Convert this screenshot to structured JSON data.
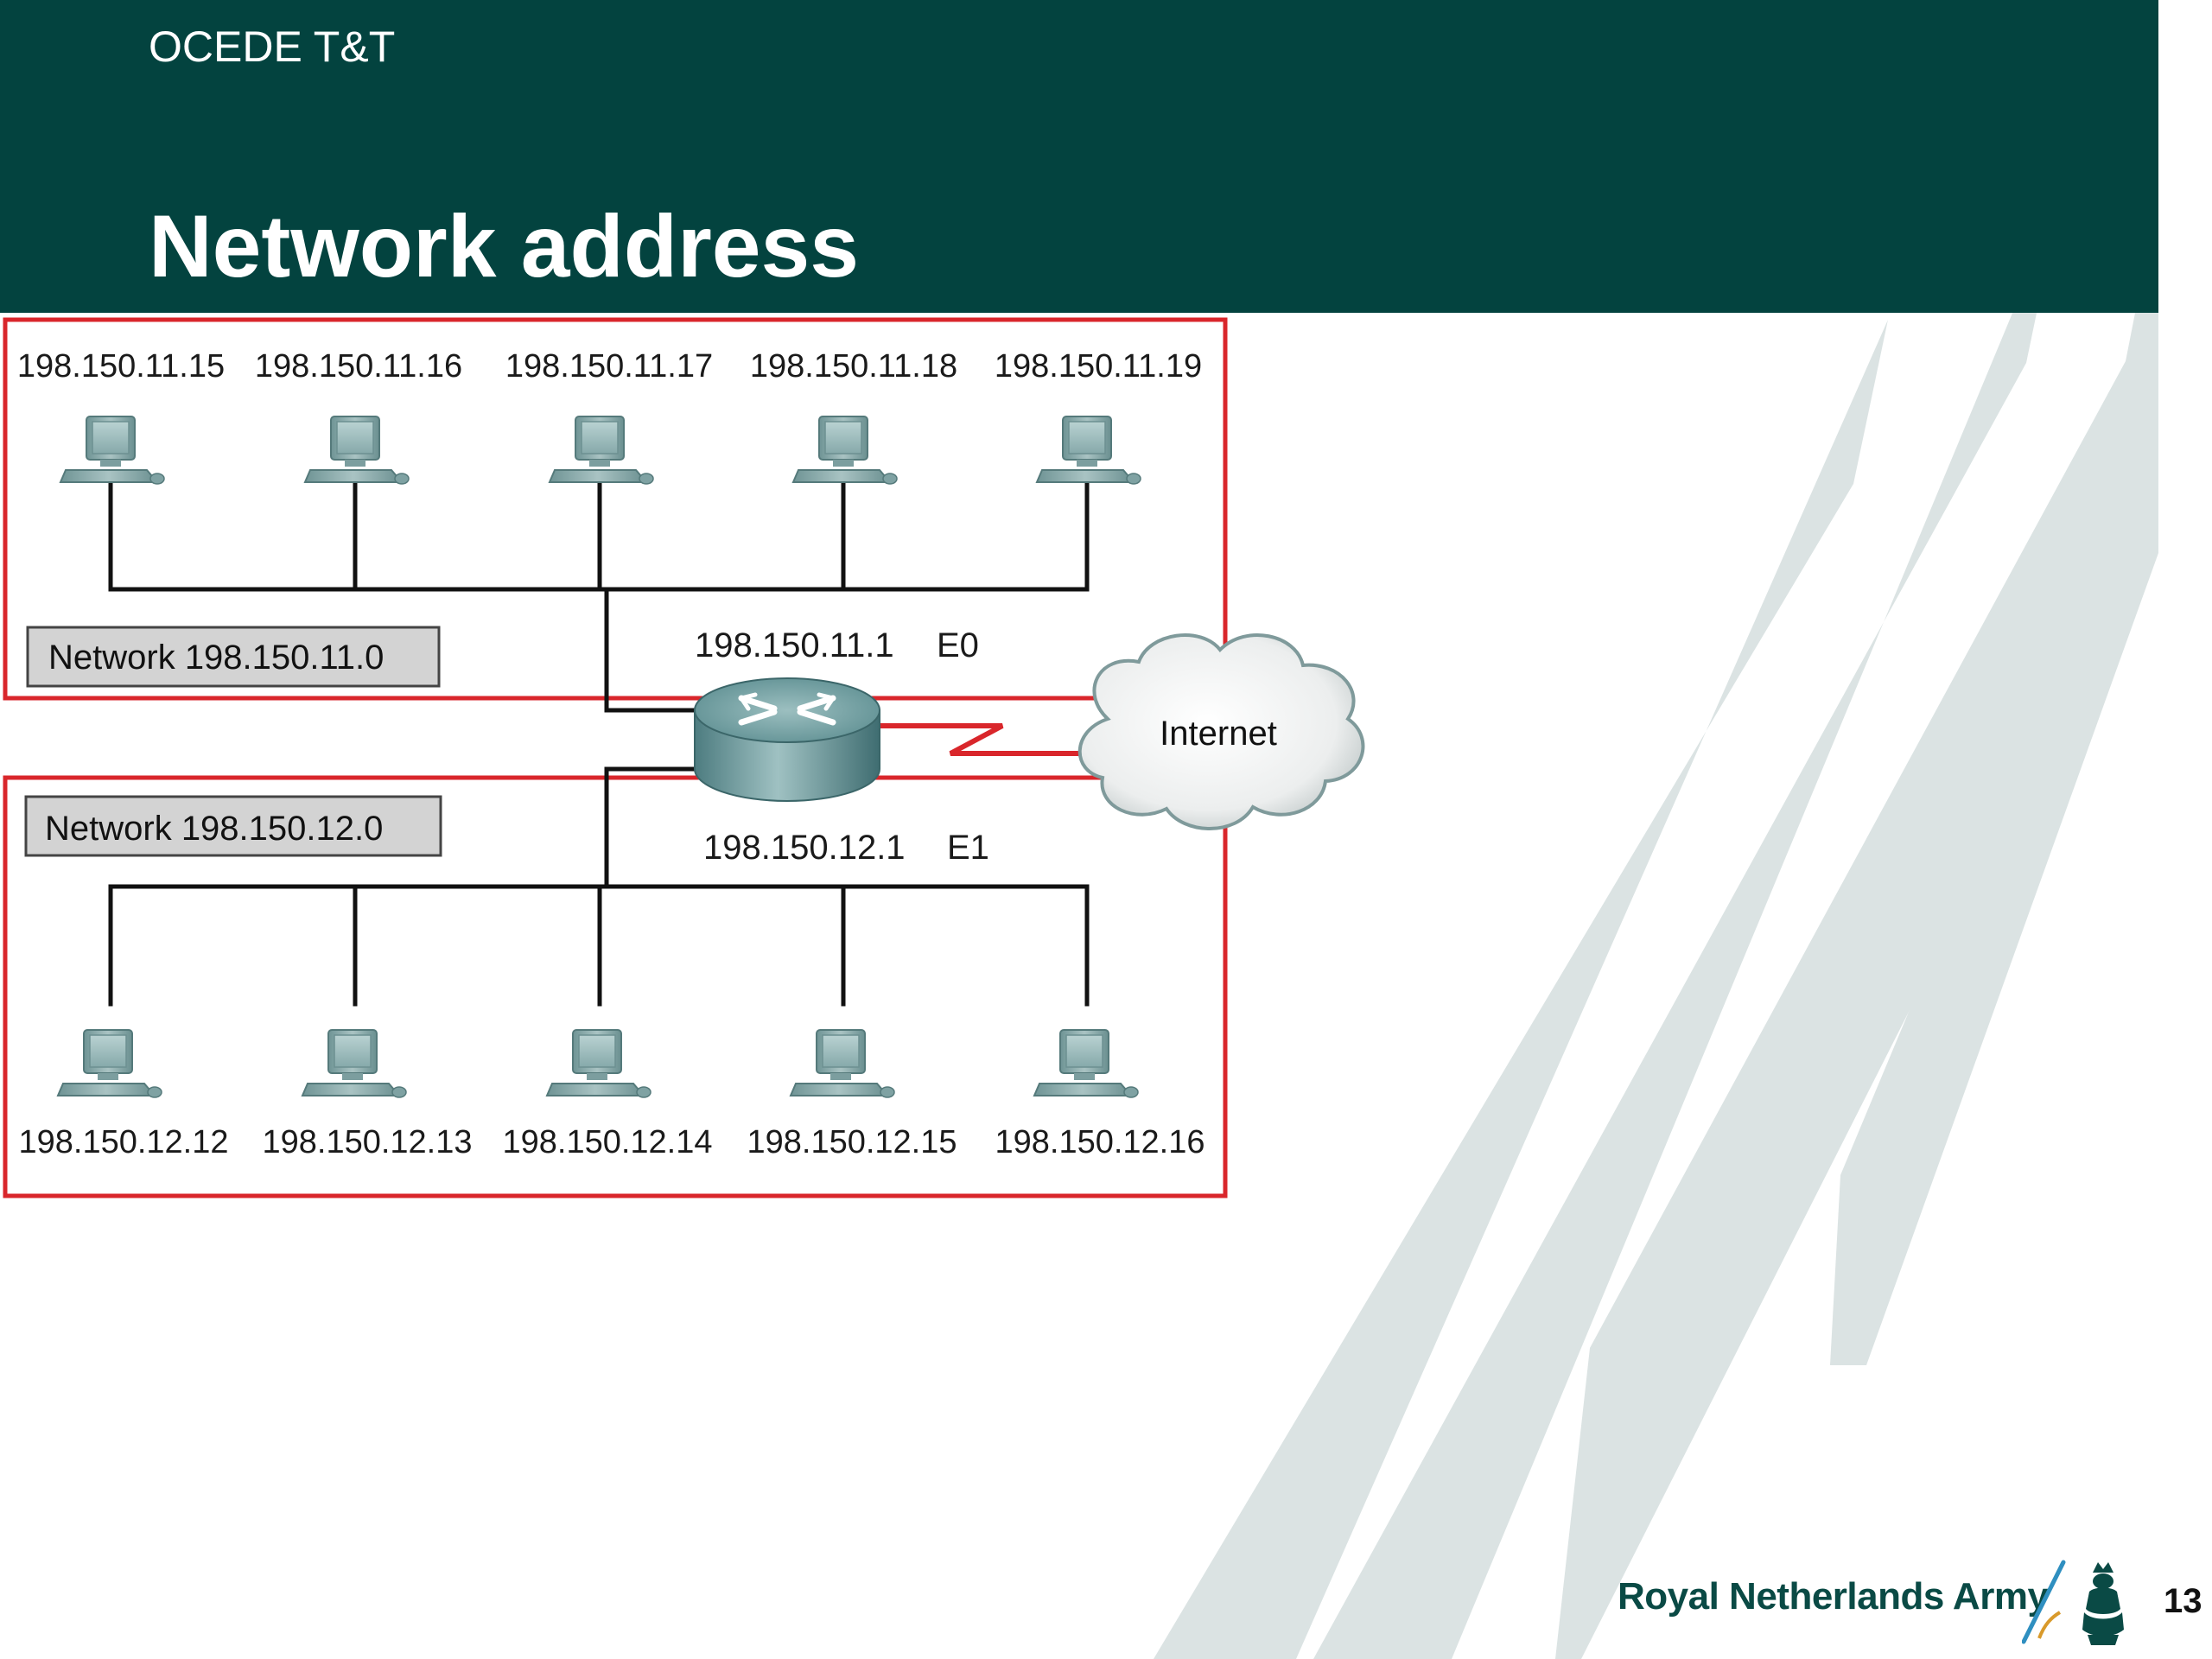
{
  "slide": {
    "kicker": "OCEDE T&T",
    "title": "Network address",
    "page_number": "13"
  },
  "brand": {
    "name": "Royal Netherlands Army",
    "icon": "crest-icon"
  },
  "colors": {
    "header": "#03433f",
    "stripe": "#dbe3e3",
    "lan_border": "#d9262b",
    "serial_link": "#d9262b",
    "host": "#8fb3b3",
    "router": "#5e8f92"
  },
  "diagram": {
    "network_top": {
      "label": "Network 198.150.11.0",
      "hosts": [
        "198.150.11.15",
        "198.150.11.16",
        "198.150.11.17",
        "198.150.11.18",
        "198.150.11.19"
      ]
    },
    "network_bottom": {
      "label": "Network 198.150.12.0",
      "hosts": [
        "198.150.12.12",
        "198.150.12.13",
        "198.150.12.14",
        "198.150.12.15",
        "198.150.12.16"
      ]
    },
    "router": {
      "e0_ip": "198.150.11.1",
      "e0_name": "E0",
      "e1_ip": "198.150.12.1",
      "e1_name": "E1"
    },
    "cloud": {
      "label": "Internet"
    }
  }
}
